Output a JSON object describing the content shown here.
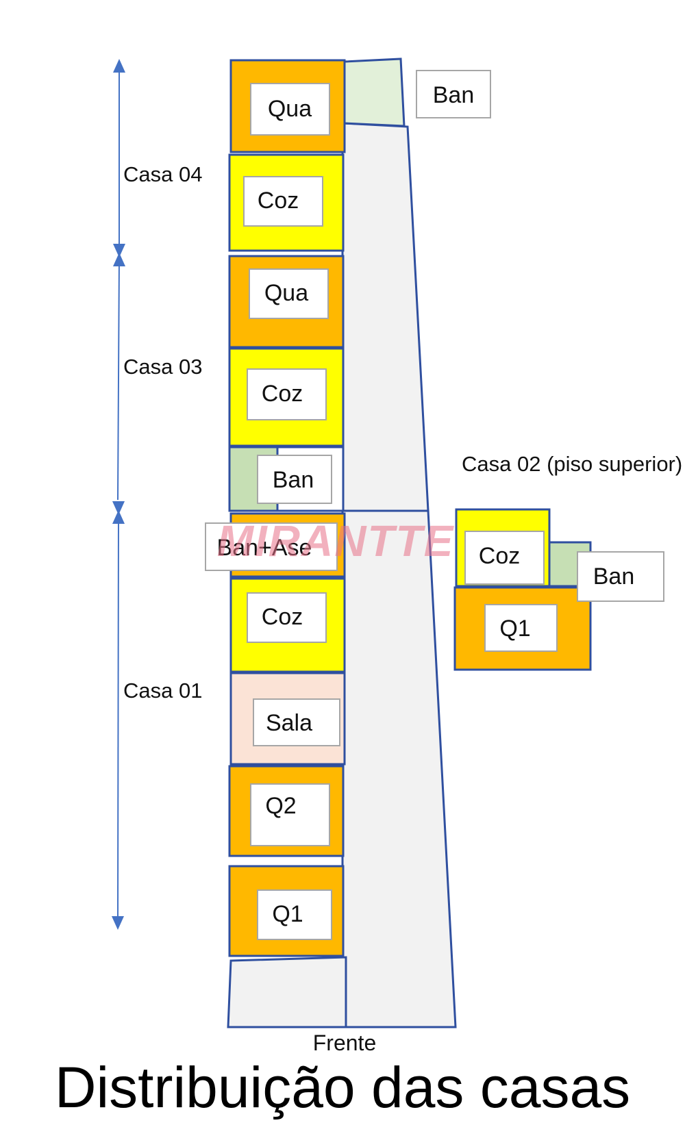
{
  "title": "Distribuição das casas",
  "frente_label": "Frente",
  "watermark": "MIRANTTE",
  "colors": {
    "bedroom": "#ffb800",
    "kitchen": "#ffff00",
    "bathroom": "#c6dfb4",
    "bathroom_light": "#e2f0d9",
    "living": "#fbe3d6",
    "corridor": "#f2f2f2",
    "outline": "#2f4f9f",
    "arrow": "#4472c4",
    "label_box_border": "#a6a6a6"
  },
  "casas": [
    {
      "label": "Casa 04"
    },
    {
      "label": "Casa 03"
    },
    {
      "label": "Casa 01"
    },
    {
      "label": "Casa 02 (piso superior)"
    }
  ],
  "rooms": {
    "casa04_qua": "Qua",
    "casa04_coz": "Coz",
    "casa04_ban": "Ban",
    "casa03_qua": "Qua",
    "casa03_coz": "Coz",
    "casa03_ban": "Ban",
    "casa01_ban_ase": "Ban+Ase",
    "casa01_coz": "Coz",
    "casa01_sala": "Sala",
    "casa01_q2": "Q2",
    "casa01_q1": "Q1",
    "casa02_coz": "Coz",
    "casa02_ban": "Ban",
    "casa02_q1": "Q1"
  }
}
